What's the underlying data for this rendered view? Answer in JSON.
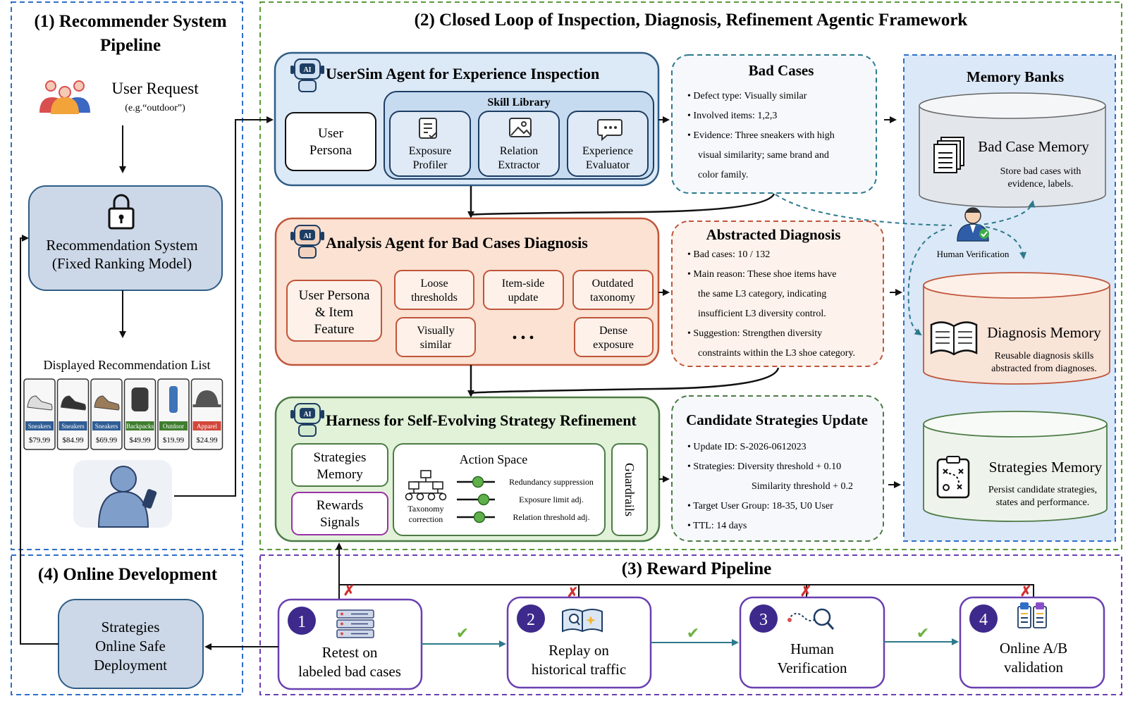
{
  "sections": {
    "s1_title": [
      "(1) Recommender System",
      "Pipeline"
    ],
    "s2_title": "(2) Closed Loop of Inspection, Diagnosis, Refinement Agentic Framework",
    "s3_title": "(3) Reward Pipeline",
    "s4_title": "(4) Online Development"
  },
  "pipeline": {
    "user_request": "User Request",
    "user_request_example": "(e.g.“outdoor”)",
    "rec_system": [
      "Recommendation System",
      "(Fixed Ranking Model)"
    ],
    "displayed_list_title": "Displayed Recommendation List",
    "items": [
      {
        "tag": "Sneakers",
        "price": "$79.99",
        "tag_color": "#2f5d95"
      },
      {
        "tag": "Sneakers",
        "price": "$84.99",
        "tag_color": "#2f5d95"
      },
      {
        "tag": "Sneakers",
        "price": "$69.99",
        "tag_color": "#2f5d95"
      },
      {
        "tag": "Backpacks",
        "price": "$49.99",
        "tag_color": "#3f7d2f"
      },
      {
        "tag": "Outdoor",
        "price": "$19.99",
        "tag_color": "#3f7d2f"
      },
      {
        "tag": "Apparel",
        "price": "$24.99",
        "tag_color": "#d2473a"
      }
    ]
  },
  "usersim": {
    "title": "UserSim Agent for Experience Inspection",
    "persona": [
      "User",
      "Persona"
    ],
    "skill_library": "Skill Library",
    "skills": [
      {
        "label": [
          "Exposure",
          "Profiler"
        ],
        "icon": "checklist-icon"
      },
      {
        "label": [
          "Relation",
          "Extractor"
        ],
        "icon": "image-icon"
      },
      {
        "label": [
          "Experience",
          "Evaluator"
        ],
        "icon": "chat-bubble-icon"
      }
    ]
  },
  "bad_cases": {
    "title": "Bad Cases",
    "lines": [
      "•  Defect type: Visually similar",
      "•  Involved items: 1,2,3",
      "•  Evidence: Three sneakers with high",
      "visual similarity; same brand and",
      "color family."
    ]
  },
  "memory_banks": {
    "title": "Memory Banks",
    "bad_case_memory": {
      "title": "Bad Case Memory",
      "desc": [
        "Store bad cases with",
        "evidence, labels."
      ]
    },
    "human_verification": "Human Verification",
    "diagnosis_memory": {
      "title": "Diagnosis Memory",
      "desc": [
        "Reusable diagnosis skills",
        "abstracted from diagnoses."
      ]
    },
    "strategies_memory": {
      "title": "Strategies Memory",
      "desc": [
        "Persist candidate strategies,",
        "states and performance."
      ]
    }
  },
  "analysis": {
    "title": "Analysis Agent for Bad Cases Diagnosis",
    "persona": [
      "User Persona",
      "& Item",
      "Feature"
    ],
    "chips": [
      [
        "Loose",
        "thresholds"
      ],
      [
        "Item-side",
        "update"
      ],
      [
        "Outdated",
        "taxonomy"
      ],
      [
        "Visually",
        "similar"
      ],
      [
        "Dense",
        "exposure"
      ]
    ],
    "ellipsis": "• • •"
  },
  "diagnosis": {
    "title": "Abstracted Diagnosis",
    "lines": [
      "•  Bad cases: 10 / 132",
      "•  Main reason: These shoe items have",
      "the same L3 category, indicating",
      "insufficient L3 diversity control.",
      "•  Suggestion: Strengthen diversity",
      "constraints within the L3 shoe category."
    ]
  },
  "harness": {
    "title": "Harness for Self-Evolving Strategy Refinement",
    "strategies_memory": [
      "Strategies",
      "Memory"
    ],
    "rewards_signals": [
      "Rewards",
      "Signals"
    ],
    "action_space": "Action Space",
    "taxonomy": [
      "Taxonomy",
      "correction"
    ],
    "actions": [
      "Redundancy suppression",
      "Exposure limit adj.",
      "Relation threshold adj."
    ],
    "guardrails": "Guardrails"
  },
  "candidates": {
    "title": "Candidate Strategies Update",
    "lines": [
      "•  Update ID: S-2026-0612023",
      "•  Strategies: Diversity threshold  + 0.10",
      "Similarity threshold + 0.2",
      "•  Target User Group: 18-35, U0 User",
      "•  TTL: 14 days"
    ]
  },
  "reward_steps": [
    {
      "num": "1",
      "label": [
        "Retest on",
        "labeled bad cases"
      ],
      "icon": "server-icon"
    },
    {
      "num": "2",
      "label": [
        "Replay on",
        "historical traffic"
      ],
      "icon": "book-icon"
    },
    {
      "num": "3",
      "label": [
        "Human",
        "Verification"
      ],
      "icon": "magnifier-path-icon"
    },
    {
      "num": "4",
      "label": [
        "Online A/B",
        "validation"
      ],
      "icon": "ab-test-icon"
    }
  ],
  "deployment": [
    "Strategies",
    "Online Safe",
    "Deployment"
  ],
  "marks": {
    "reject": "✗",
    "accept": "✔"
  },
  "colors": {
    "blue_dash": "#2f6fc8",
    "green_dash": "#5b9a3c",
    "purple_dash": "#6a3fb0",
    "usersim_fill": "#dce9f6",
    "analysis_fill": "#fbe2d2",
    "harness_fill": "#e1f2d8",
    "memory_fill": "#dbe8f7",
    "step_purple": "#3d2a8c",
    "teal": "#2c7a8c"
  }
}
